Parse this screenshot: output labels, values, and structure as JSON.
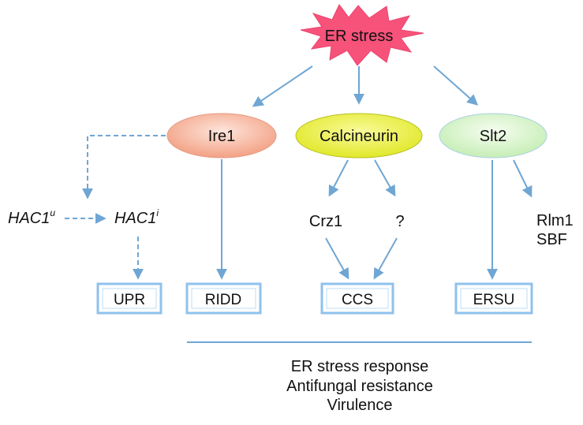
{
  "diagram": {
    "trigger": {
      "label": "ER stress",
      "color": "#f7527a",
      "stroke": "#e94570"
    },
    "sensors": [
      {
        "id": "ire1",
        "label": "Ire1",
        "fill_light": "#fde5dc",
        "fill_dark": "#f3a184",
        "stroke": "#e59a83"
      },
      {
        "id": "calcineurin",
        "label": "Calcineurin",
        "fill_light": "#f9fb9a",
        "fill_dark": "#e1e82a",
        "stroke": "#b8c020"
      },
      {
        "id": "slt2",
        "label": "Slt2",
        "fill_light": "#f6fdf1",
        "fill_dark": "#c6eeb5",
        "stroke": "#a9cfe6"
      }
    ],
    "intermediates": {
      "hac1u": {
        "base": "HAC1",
        "sup": "u"
      },
      "hac1i": {
        "base": "HAC1",
        "sup": "i"
      },
      "crz1": "Crz1",
      "unknown": "?",
      "rlm1": "Rlm1",
      "sbf": "SBF"
    },
    "outputs": [
      {
        "id": "upr",
        "label": "UPR"
      },
      {
        "id": "ridd",
        "label": "RIDD"
      },
      {
        "id": "ccs",
        "label": "CCS"
      },
      {
        "id": "ersu",
        "label": "ERSU"
      }
    ],
    "outcomes": [
      "ER stress response",
      "Antifungal resistance",
      "Virulence"
    ],
    "colors": {
      "arrow": "#6fa6d4",
      "box_border": "#8fc2ec",
      "box_fill": "#ffffff"
    }
  }
}
